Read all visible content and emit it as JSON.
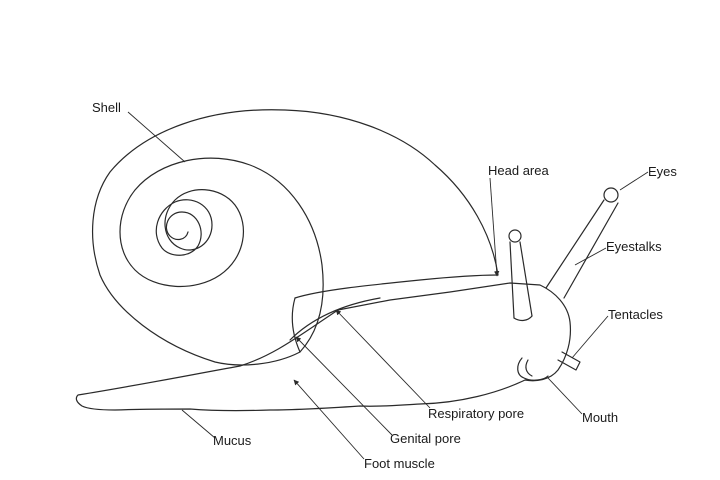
{
  "labels": {
    "shell": "Shell",
    "head_area": "Head area",
    "eyes": "Eyes",
    "eyestalks": "Eyestalks",
    "tentacles": "Tentacles",
    "respiratory_pore": "Respiratory pore",
    "mouth": "Mouth",
    "genital_pore": "Genital pore",
    "mucus": "Mucus",
    "foot_muscle": "Foot muscle"
  },
  "colors": {
    "line": "#2a2a2a",
    "text": "#1a1a1a",
    "background": "#ffffff"
  }
}
